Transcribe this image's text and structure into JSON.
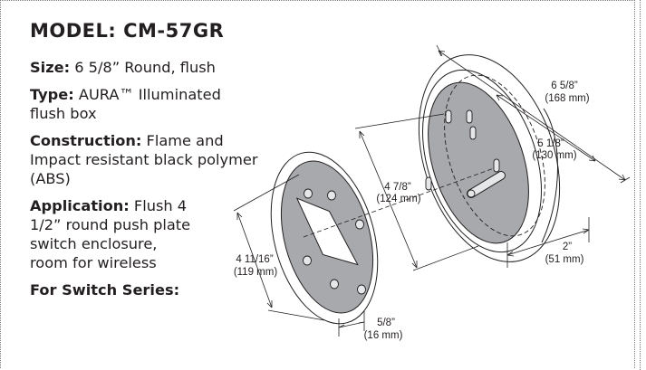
{
  "model_title": "MODEL: CM-57GR",
  "specs": [
    {
      "label": "Size:",
      "value": " 6 5/8” Round, flush"
    },
    {
      "label": "Type:",
      "value": " AURA™ Illuminated flush box"
    },
    {
      "label": "Construction:",
      "value": " Flame and Impact resistant black polymer (ABS)"
    },
    {
      "label": "Application:",
      "value": " Flush 4 1/2” round push plate switch enclosure, room for wireless"
    },
    {
      "label": "For Switch Series:",
      "value": ""
    }
  ],
  "dimensions": {
    "outer_diameter": {
      "in": "6 5/8”",
      "mm": "(168 mm)"
    },
    "inner_diameter": {
      "in": "5 1/8”",
      "mm": "(130 mm)"
    },
    "faceplate_width": {
      "in": "4 7/8”",
      "mm": "(124 mm)"
    },
    "depth": {
      "in": "2”",
      "mm": "(51 mm)"
    },
    "plate_height": {
      "in": "4 11/16”",
      "mm": "(119 mm)"
    },
    "plate_thickness": {
      "in": "5/8”",
      "mm": "(16 mm)"
    }
  }
}
